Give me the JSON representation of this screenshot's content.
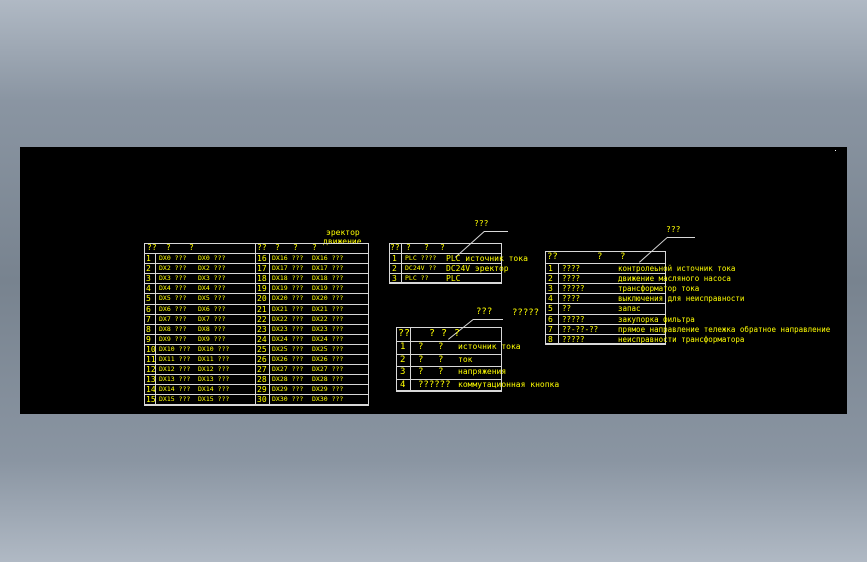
{
  "title_note": {
    "line1": "эректор",
    "line2": "движение"
  },
  "table_a": {
    "header_left": [
      "??",
      "?",
      "?"
    ],
    "header_right": [
      "??",
      "?",
      "?",
      "?"
    ],
    "rows_left": [
      [
        "1",
        "DX0 ???",
        "DX0 ???"
      ],
      [
        "2",
        "DX2 ???",
        "DX2 ???"
      ],
      [
        "3",
        "DX3 ???",
        "DX3 ???"
      ],
      [
        "4",
        "DX4 ???",
        "DX4 ???"
      ],
      [
        "5",
        "DX5 ???",
        "DX5 ???"
      ],
      [
        "6",
        "DX6 ???",
        "DX6 ???"
      ],
      [
        "7",
        "DX7 ???",
        "DX7 ???"
      ],
      [
        "8",
        "DX8 ???",
        "DX8 ???"
      ],
      [
        "9",
        "DX9 ???",
        "DX9 ???"
      ],
      [
        "10",
        "DX10 ???",
        "DX10 ???"
      ],
      [
        "11",
        "DX11 ???",
        "DX11 ???"
      ],
      [
        "12",
        "DX12 ???",
        "DX12 ???"
      ],
      [
        "13",
        "DX13 ???",
        "DX13 ???"
      ],
      [
        "14",
        "DX14 ???",
        "DX14 ???"
      ],
      [
        "15",
        "DX15 ???",
        "DX15 ???"
      ]
    ],
    "rows_right": [
      [
        "16",
        "DX16 ???",
        "DX16 ???"
      ],
      [
        "17",
        "DX17 ???",
        "DX17 ???"
      ],
      [
        "18",
        "DX18 ???",
        "DX18 ???"
      ],
      [
        "19",
        "DX19 ???",
        "DX19 ???"
      ],
      [
        "20",
        "DX20 ???",
        "DX20 ???"
      ],
      [
        "21",
        "DX21 ???",
        "DX21 ???"
      ],
      [
        "22",
        "DX22 ???",
        "DX22 ???"
      ],
      [
        "23",
        "DX23 ???",
        "DX23 ???"
      ],
      [
        "24",
        "DX24 ???",
        "DX24 ???"
      ],
      [
        "25",
        "DX25 ???",
        "DX25 ???"
      ],
      [
        "26",
        "DX26 ???",
        "DX26 ???"
      ],
      [
        "27",
        "DX27 ???",
        "DX27 ???"
      ],
      [
        "28",
        "DX28 ???",
        "DX28 ???"
      ],
      [
        "29",
        "DX29 ???",
        "DX29 ???"
      ],
      [
        "30",
        "DX30 ???",
        "DX30 ???"
      ]
    ]
  },
  "table_b": {
    "callout": "???",
    "header": [
      "??",
      "?",
      "?",
      "?"
    ],
    "rows": [
      [
        "1",
        "PLC ????",
        "PLC источник тока"
      ],
      [
        "2",
        "DC24V ??",
        "DC24V эректор"
      ],
      [
        "3",
        "PLC ??",
        "PLC"
      ]
    ]
  },
  "table_c": {
    "callout1": "???",
    "callout2": "?????",
    "header": [
      "??",
      "?",
      "?",
      "?"
    ],
    "rows": [
      [
        "1",
        "?",
        "?",
        "источник тока"
      ],
      [
        "2",
        "?",
        "?",
        "ток"
      ],
      [
        "3",
        "?",
        "?",
        "напряжения"
      ],
      [
        "4",
        "??????",
        "",
        "коммутационная кнопка"
      ]
    ]
  },
  "table_d": {
    "callout": "???",
    "header": [
      "??",
      "?",
      "?"
    ],
    "rows": [
      [
        "1",
        "????",
        "контролеьной источник тока"
      ],
      [
        "2",
        "????",
        "движение масляного насоса"
      ],
      [
        "3",
        "?????",
        "трансформатор тока"
      ],
      [
        "4",
        "????",
        "выключения для неисправности"
      ],
      [
        "5",
        "??",
        "запас"
      ],
      [
        "6",
        "?????",
        "закупорка фильтра"
      ],
      [
        "7",
        "??-??-??",
        "прямое направление тележка обратное направление"
      ],
      [
        "8",
        "?????",
        "неисправности трансформатора"
      ]
    ]
  },
  "colors": {
    "text": "#ffff00",
    "lines": "#d8d8d8",
    "canvas": "#000000"
  }
}
